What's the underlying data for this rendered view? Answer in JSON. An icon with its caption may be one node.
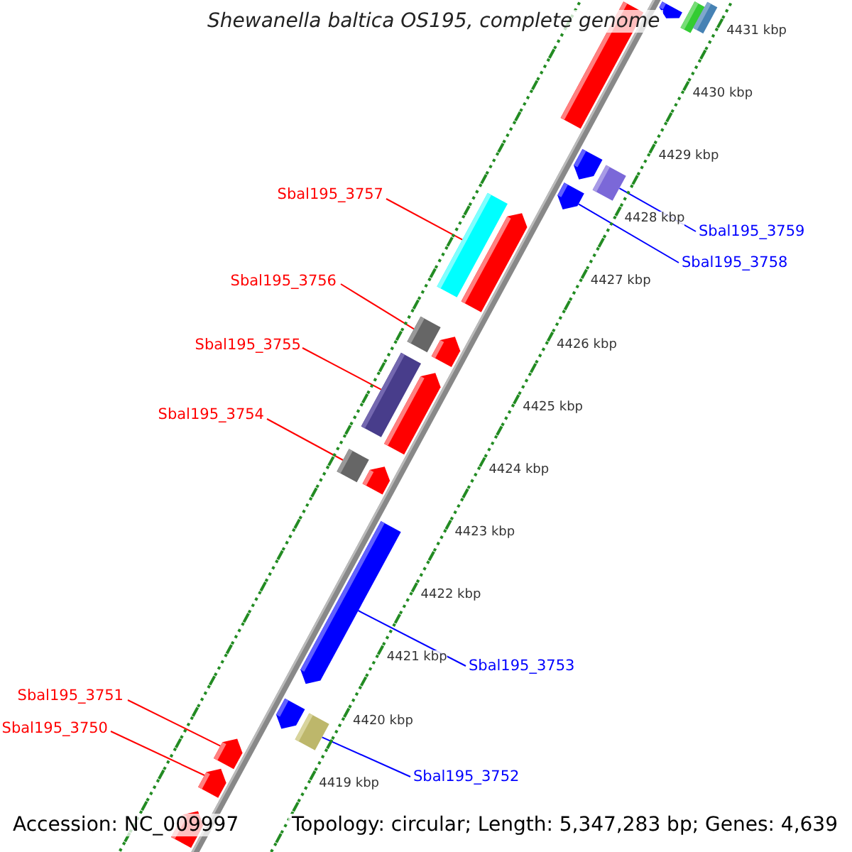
{
  "diagram": {
    "title": "Shewanella baltica OS195, complete genome",
    "nodes": [
      {
        "text": [
          "Sbal195_3759"
        ]
      },
      {
        "text": [],
        "shape": "bar"
      },
      {
        "text": [
          "Sbal195_3758"
        ]
      },
      {
        "text": [],
        "shape": "arrow"
      },
      {
        "text": [
          "Sbal195_3757"
        ]
      },
      {
        "text": [],
        "shape": "bar"
      },
      {
        "text": [
          "Sbal195_3756"
        ]
      },
      {
        "text": [],
        "shape": "bar"
      },
      {
        "text": [
          "Sbal195_3755"
        ]
      },
      {
        "text": [],
        "shape": "bar"
      },
      {
        "text": [
          "Sbal195_3754"
        ]
      },
      {
        "text": [],
        "shape": "bar"
      },
      {
        "text": [
          "Sbal195_3753"
        ]
      },
      {
        "text": [],
        "shape": "arrow"
      },
      {
        "text": [
          "Sbal195_3752"
        ]
      },
      {
        "text": [],
        "shape": "bar"
      },
      {
        "text": [
          "Sbal195_3751"
        ]
      },
      {
        "text": [],
        "shape": "arrow"
      },
      {
        "text": [
          "Sbal195_3750"
        ]
      },
      {
        "text": [],
        "shape": "arrow"
      },
      {
        "text": [],
        "shape": "bar"
      },
      {
        "text": [],
        "shape": "arrow"
      },
      {
        "text": [],
        "shape": "bar"
      },
      {
        "text": [],
        "shape": "bar"
      },
      {
        "text": [],
        "shape": "arrow"
      },
      {
        "text": [],
        "shape": "arrow"
      },
      {
        "text": [],
        "shape": "arrow"
      },
      {
        "text": [],
        "shape": "arrow"
      },
      {
        "text": [],
        "shape": "arrow"
      },
      {
        "text": [],
        "shape": "arrow"
      },
      {
        "text": [],
        "shape": "arrow"
      }
    ],
    "edges": [
      {
        "from": 0,
        "to": 1,
        "arrow": "none",
        "color": "#0000ff"
      },
      {
        "from": 2,
        "to": 3,
        "arrow": "none",
        "color": "#0000ff"
      },
      {
        "from": 4,
        "to": 5,
        "arrow": "none"
      },
      {
        "from": 6,
        "to": 7,
        "arrow": "none"
      },
      {
        "from": 8,
        "to": 9,
        "arrow": "none"
      },
      {
        "from": 10,
        "to": 11,
        "arrow": "none"
      },
      {
        "from": 12,
        "to": 13,
        "arrow": "none",
        "color": "#0000ff"
      },
      {
        "from": 14,
        "to": 15,
        "arrow": "none",
        "color": "#0000ff"
      },
      {
        "from": 16,
        "to": 17,
        "arrow": "none"
      },
      {
        "from": 18,
        "to": 19,
        "arrow": "none"
      }
    ],
    "labels": [
      "4431 kbp",
      "4430 kbp",
      "4429 kbp",
      "4428 kbp",
      "4427 kbp",
      "4426 kbp",
      "4425 kbp",
      "4424 kbp",
      "4423 kbp",
      "4422 kbp",
      "4421 kbp",
      "4420 kbp",
      "4419 kbp",
      "Accession: NC_009997",
      "Topology: circular; Length: 5,347,283 bp; Genes: 4,639"
    ]
  }
}
